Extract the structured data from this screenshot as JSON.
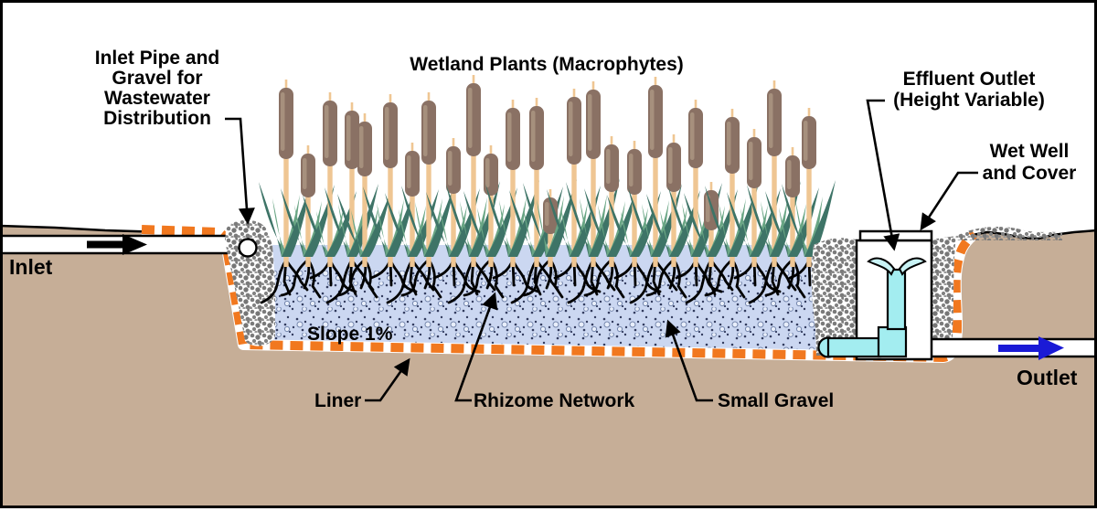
{
  "diagram": {
    "title": "Wetland Plants (Macrophytes)",
    "labels": {
      "inlet_pipe": [
        "Inlet Pipe and",
        "Gravel for",
        "Wastewater",
        "Distribution"
      ],
      "effluent_outlet": [
        "Effluent Outlet",
        "(Height Variable)"
      ],
      "wet_well": [
        "Wet Well",
        "and Cover"
      ],
      "inlet": "Inlet",
      "outlet": "Outlet",
      "slope": "Slope 1%",
      "liner": "Liner",
      "rhizome": "Rhizome Network",
      "small_gravel": "Small Gravel"
    },
    "colors": {
      "soil": "#C6AE97",
      "water": "#CBD7F1",
      "liner_orange": "#F1781F",
      "gravel_dot": "#7B7B7B",
      "cattail_head": "#8A7164",
      "cattail_head_highlight": "#A8937F",
      "cattail_stem": "#EFC693",
      "leaf_light": "#69A584",
      "leaf_dark": "#3E7467",
      "pipe_cyan": "#A3EDF0",
      "spray_cyan": "#C9F3F5",
      "outlet_arrow_blue": "#1A1AD6",
      "outline": "#000000"
    },
    "plants": [
      [
        313,
        96,
        78
      ],
      [
        337,
        168,
        48
      ],
      [
        361,
        110,
        72
      ],
      [
        385,
        121,
        64
      ],
      [
        399,
        133,
        60
      ],
      [
        427,
        112,
        72
      ],
      [
        451,
        165,
        50
      ],
      [
        469,
        110,
        70
      ],
      [
        496,
        160,
        52
      ],
      [
        518,
        91,
        80
      ],
      [
        537,
        168,
        46
      ],
      [
        561,
        118,
        68
      ],
      [
        587,
        116,
        70
      ],
      [
        602,
        216,
        40
      ],
      [
        628,
        106,
        74
      ],
      [
        649,
        98,
        76
      ],
      [
        669,
        158,
        52
      ],
      [
        694,
        163,
        50
      ],
      [
        717,
        93,
        80
      ],
      [
        737,
        156,
        54
      ],
      [
        761,
        118,
        66
      ],
      [
        778,
        208,
        44
      ],
      [
        801,
        128,
        62
      ],
      [
        825,
        150,
        56
      ],
      [
        847,
        97,
        74
      ],
      [
        867,
        170,
        46
      ],
      [
        885,
        127,
        58
      ]
    ]
  }
}
